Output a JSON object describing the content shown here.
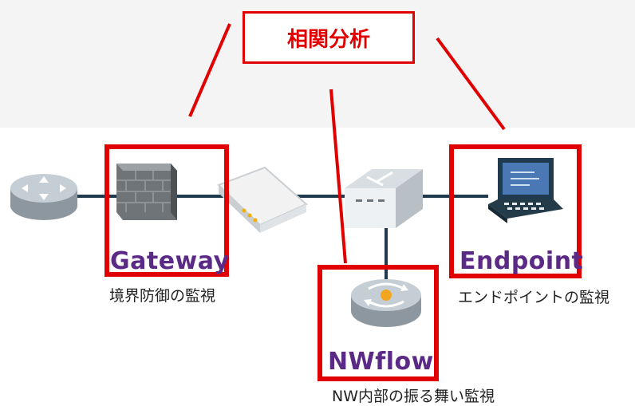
{
  "title": "相関分析",
  "nodes": {
    "gateway": {
      "label": "Gateway",
      "caption": "境界防御の監視"
    },
    "endpoint": {
      "label": "Endpoint",
      "caption": "エンドポイントの監視"
    },
    "nwflow": {
      "label": "NWflow",
      "caption": "NW内部の振る舞い監視"
    }
  },
  "devices": [
    "router-icon",
    "firewall-icon",
    "modem-icon",
    "switch-icon",
    "laptop-icon",
    "flow-router-icon"
  ],
  "colors": {
    "highlight": "#e10000",
    "label": "#5b2a86",
    "network_line": "#1f3b4d"
  }
}
